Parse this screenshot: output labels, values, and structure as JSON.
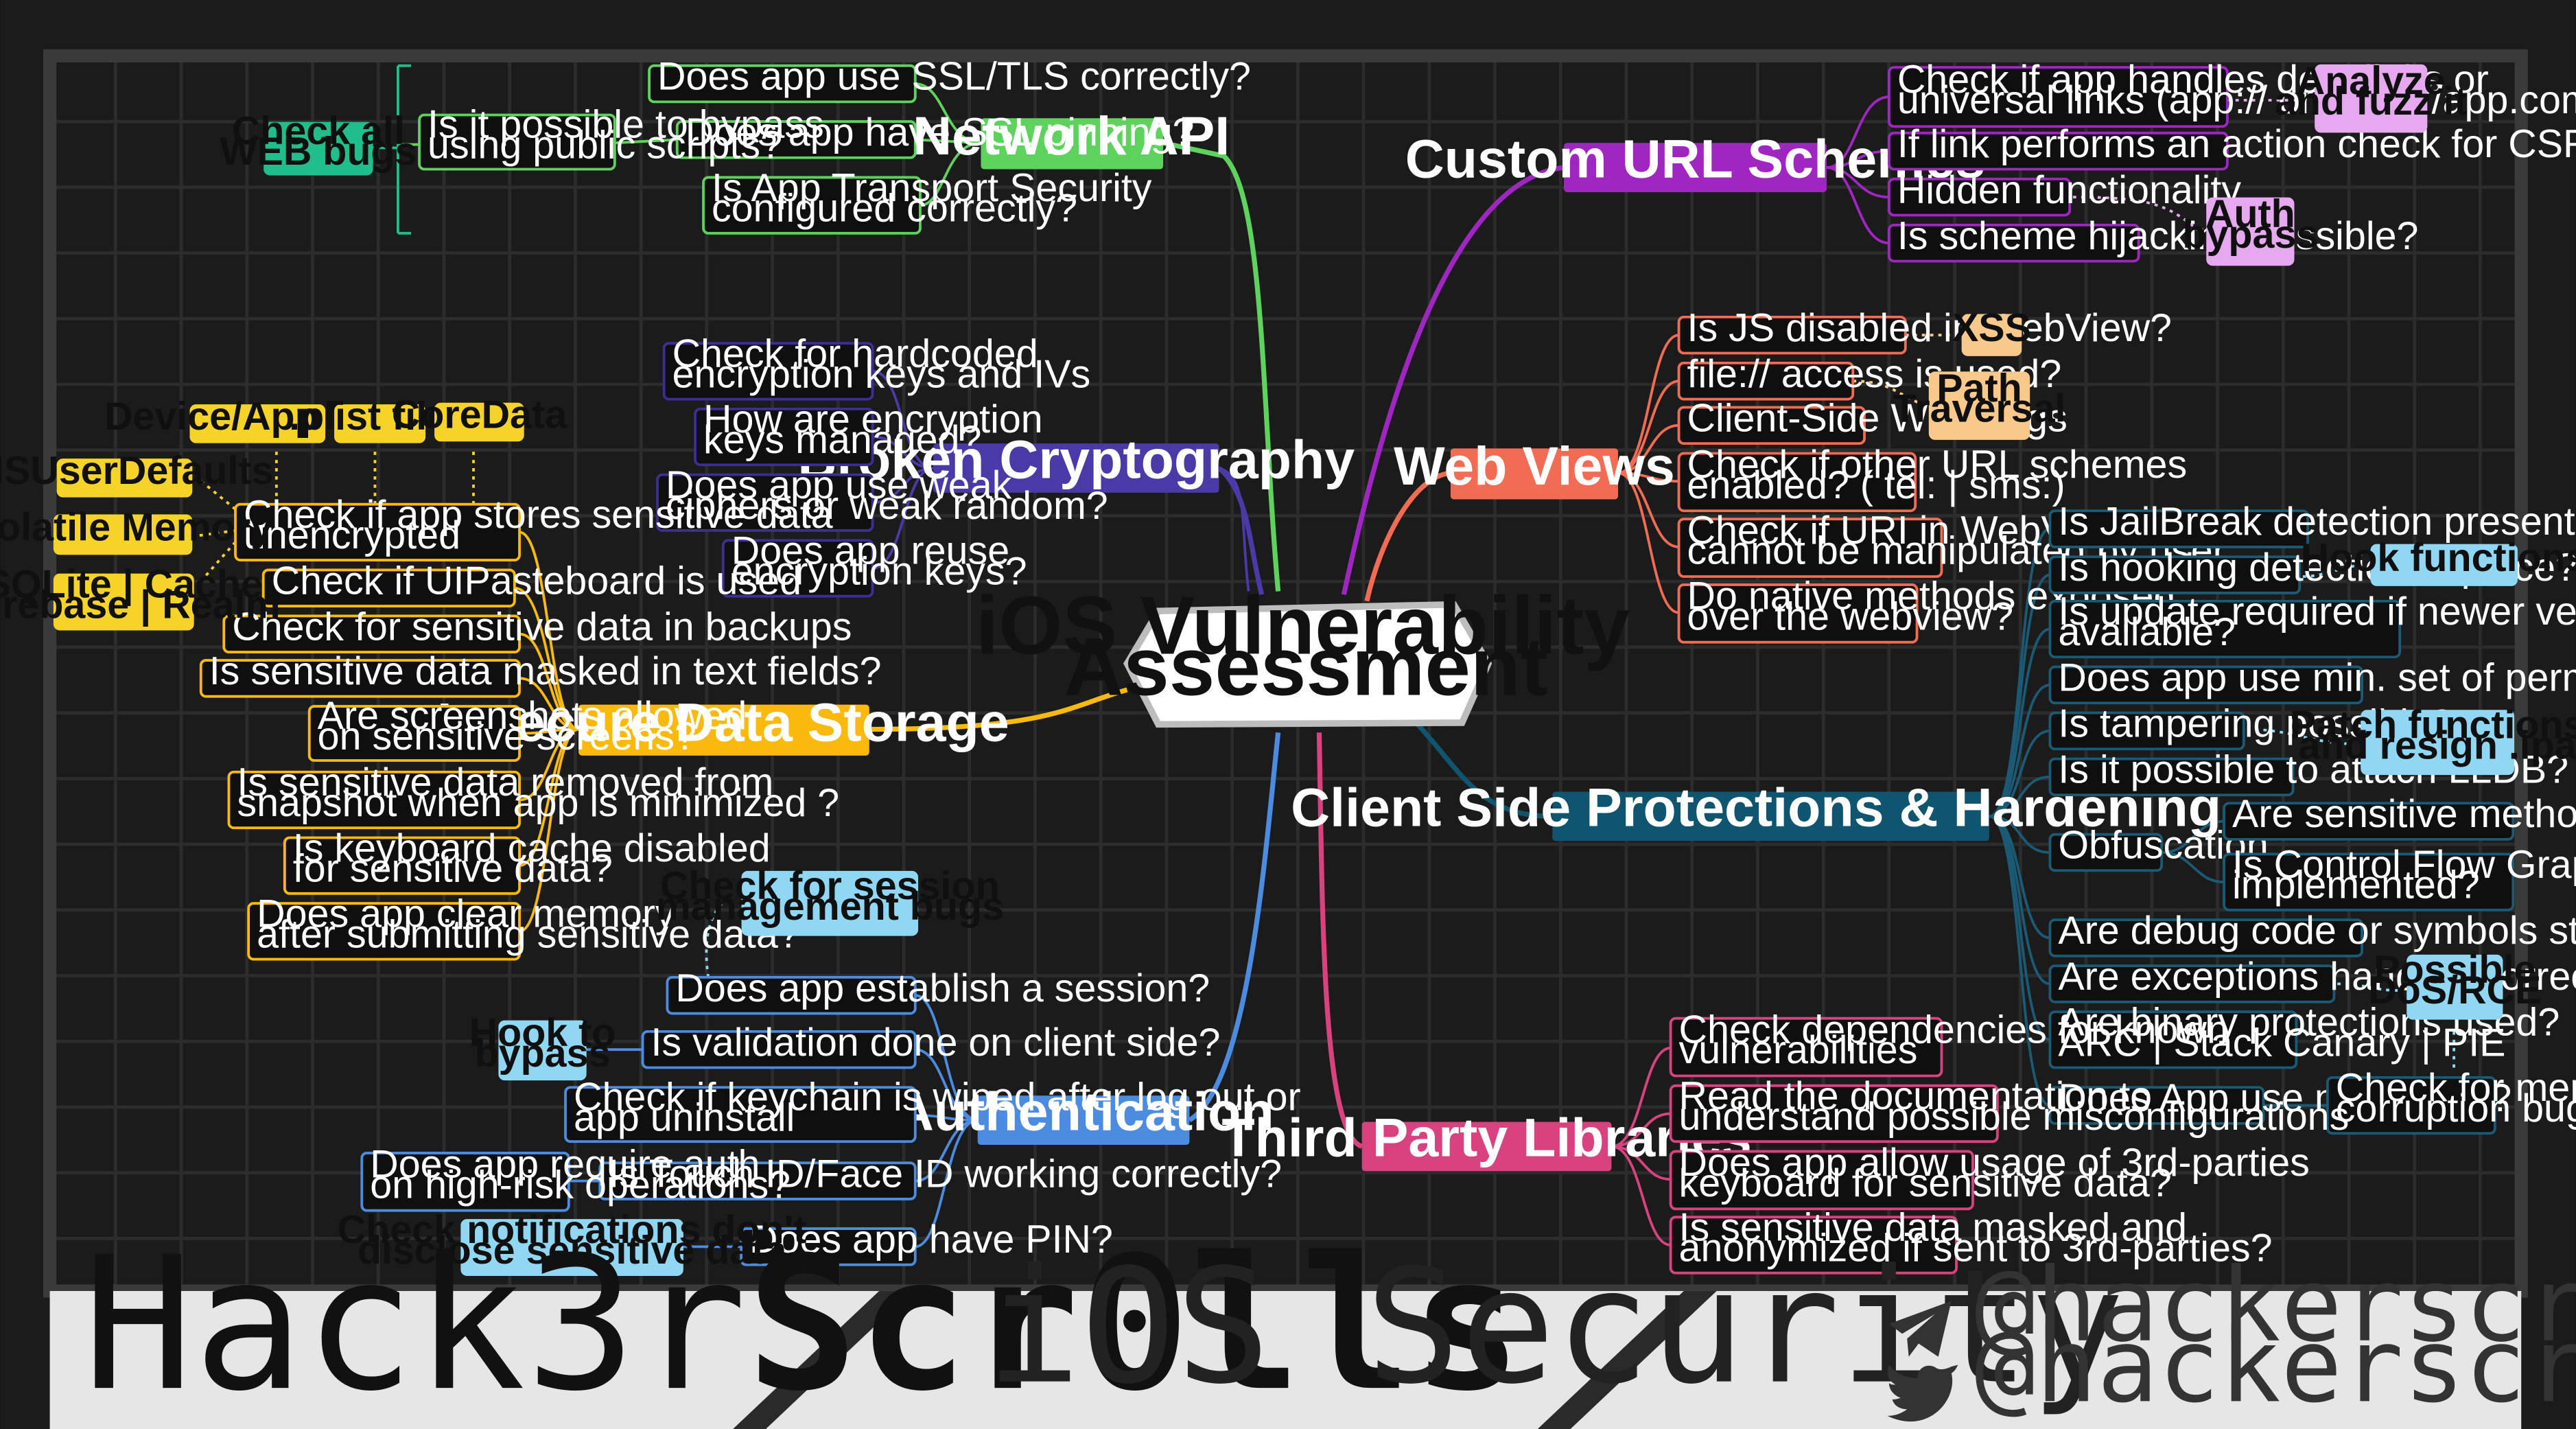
{
  "center": {
    "lines": [
      "iOS Vulnerability",
      "Assessment"
    ]
  },
  "categories": [
    {
      "id": "network",
      "label": "Network API",
      "color": "#5dd35d"
    },
    {
      "id": "crypto",
      "label": "Broken Cryptography",
      "color": "#4a3aa8"
    },
    {
      "id": "storage",
      "label": "Insecure Data Storage",
      "color": "#f9b90d"
    },
    {
      "id": "auth",
      "label": "Authentication",
      "color": "#4c8ce0"
    },
    {
      "id": "url",
      "label": "Custom URL Schemes",
      "color": "#a026c2"
    },
    {
      "id": "web",
      "label": "Web Views",
      "color": "#f26c54"
    },
    {
      "id": "client",
      "label": "Client Side Protections & Hardening",
      "color": "#0f5570"
    },
    {
      "id": "third",
      "label": "Third Party Libraries",
      "color": "#d9427f"
    }
  ],
  "nodes": {
    "network": [
      [
        "Does app use SSL/TLS correctly?"
      ],
      [
        "Does app have SSL pinning?"
      ],
      [
        "Is App Transport Security",
        "configured correctly?"
      ],
      [
        "Is it possible to bypass",
        "using public scripts?"
      ]
    ],
    "network_extra": [
      [
        "Check all",
        "WEB bugs"
      ]
    ],
    "crypto": [
      [
        "Check for hardcoded",
        "encryption keys and IVs"
      ],
      [
        "How are encryption",
        "keys managed?"
      ],
      [
        "Does app use weak",
        "ciphers or weak random?"
      ],
      [
        "Does app reuse",
        "encryption keys?"
      ]
    ],
    "storage": [
      [
        "Check if app stores sensitive data",
        "unencrypted"
      ],
      [
        "Check if UIPasteboard is used"
      ],
      [
        "Check for sensitive data in backups"
      ],
      [
        "Is sensitive data masked in text fields?"
      ],
      [
        "Are screenshots allowed",
        "on sensitive screens?"
      ],
      [
        "Is sensitive data removed from",
        "snapshot when app is minimized ?"
      ],
      [
        "Is keyboard cache disabled",
        "for sensitive data?"
      ],
      [
        "Does app clear memory",
        "after submitting sensitive data?"
      ]
    ],
    "storage_extra": [
      [
        "Device/App logs"
      ],
      [
        ".plist files"
      ],
      [
        "CoreData"
      ],
      [
        "NSUserDefaults"
      ],
      [
        "Volatile Memory"
      ],
      [
        "SQLite | Cache",
        "Firebase | Realm"
      ]
    ],
    "auth": [
      [
        "Does app establish a session?"
      ],
      [
        "Is validation done on client side?"
      ],
      [
        "Check if keychain is wiped after log out or",
        "app uninstall"
      ],
      [
        "Is Touch ID/Face ID working correctly?"
      ],
      [
        "Does app have PIN?"
      ]
    ],
    "auth_extra": [
      [
        "Check for session",
        "management bugs"
      ],
      [
        "Hook to",
        "bypass"
      ],
      [
        "Does app require auth",
        "on high-risk operations?"
      ],
      [
        "Check notifications don't",
        "disclose sensitive data"
      ]
    ],
    "url": [
      [
        "Check if app handles deeplinks or",
        "universal links (app:// or https://app.com)"
      ],
      [
        "If link performs an action check for CSRF"
      ],
      [
        "Hidden functionality"
      ],
      [
        "Is scheme hijacking possible?"
      ]
    ],
    "url_extra": [
      [
        "Analyze",
        "and fuzz it"
      ],
      [
        "Auth",
        "bypass"
      ]
    ],
    "web": [
      [
        "Is JS disabled in WebView?"
      ],
      [
        "file:// access is used?"
      ],
      [
        "Client-Side Web bugs"
      ],
      [
        "Check if other URL schemes",
        "enabled? ( tel: | sms:)"
      ],
      [
        "Check if URI in WebView",
        "cannot be manipulated by user"
      ],
      [
        "Do native methods exposed",
        "over the webview?"
      ]
    ],
    "web_extra": [
      [
        "XSS"
      ],
      [
        "Path",
        "Traversal"
      ]
    ],
    "client": [
      [
        "Is JailBreak detection present?"
      ],
      [
        "Is hooking detection in place?"
      ],
      [
        "Is update required if newer version of app",
        "available?"
      ],
      [
        "Does app use min. set of permissions?"
      ],
      [
        "Is tampering possible?"
      ],
      [
        "Is it possible to attach LLDB?"
      ],
      [
        "Obfuscation"
      ],
      [
        "Are debug code or symbols stripped?"
      ],
      [
        "Are exceptions handled correctly?"
      ],
      [
        "Are binary protections used?",
        "ARC | Stack Canary | PIE"
      ],
      [
        "Does App use native libs?"
      ]
    ],
    "client_extra": [
      [
        "Hook functions"
      ],
      [
        "Patch functions",
        "and resign .ipa"
      ],
      [
        "Are sensitive methods obfuscated?"
      ],
      [
        "Is Control Flow Graph obfuscation",
        "implemented?"
      ],
      [
        "Possible",
        "DoS/RCE"
      ],
      [
        "Check for memory",
        "corruption bugs"
      ]
    ],
    "third": [
      [
        "Check dependencies for known",
        "vulnerabilities"
      ],
      [
        "Read the documentation to",
        "understand possible misconfigurations"
      ],
      [
        "Does app allow usage of 3rd-parties",
        "keyboard for sensitive data?"
      ],
      [
        "Is sensitive data masked and",
        "anonymized if sent to 3rd-parties?"
      ]
    ]
  },
  "colors": {
    "storage_leaf": "#f5d327",
    "web_leaf": "#f9c98b",
    "url_leaf": "#e6a8ee",
    "auth_leaf": "#8fd7f2",
    "client_leaf": "#8fd7f2",
    "network_leaf": "#1fbe8a"
  },
  "footer": {
    "brand_light": "Hack3r",
    "brand_bold": "Scr0lls",
    "subtitle": "iOS Security",
    "telegram": "@hackerscrolls",
    "twitter": "@hackerscrolls",
    "telegram_icon": "telegram-icon",
    "twitter_icon": "twitter-icon"
  }
}
